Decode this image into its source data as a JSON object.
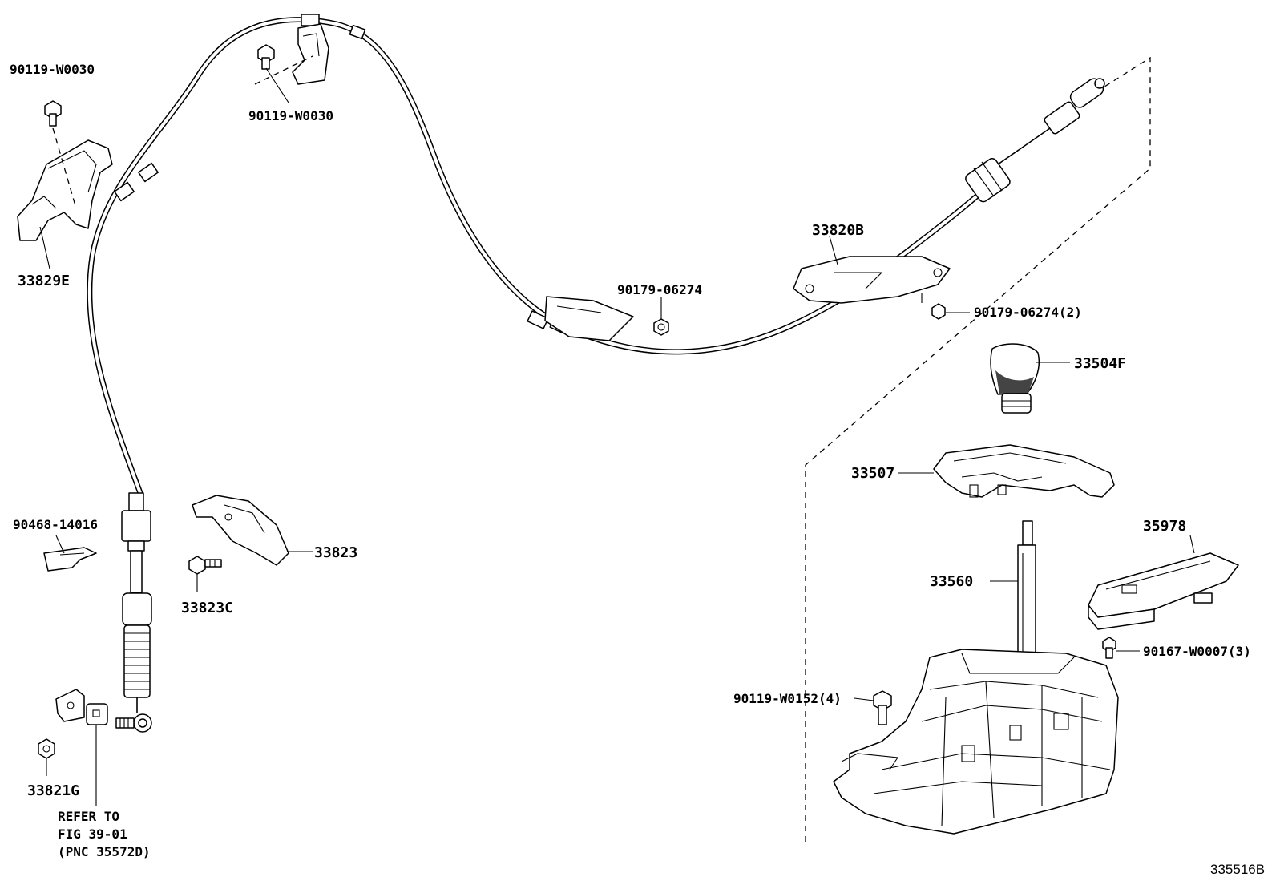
{
  "labels": {
    "bolt_90119_w0030_left": "90119-W0030",
    "bolt_90119_w0030_top": "90119-W0030",
    "bracket_33829e": "33829E",
    "bracket_33820b": "33820B",
    "nut_90179_06274": "90179-06274",
    "nut_90179_06274_2": "90179-06274(2)",
    "knob_33504f": "33504F",
    "housing_33507": "33507",
    "switch_35978": "35978",
    "lever_33560": "33560",
    "screw_90167_w0007_3": "90167-W0007(3)",
    "bolt_90119_w0152_4": "90119-W0152(4)",
    "clip_90468_14016": "90468-14016",
    "bracket_33823": "33823",
    "bolt_33823c": "33823C",
    "bushing_33821g": "33821G",
    "refer_line1": "REFER TO",
    "refer_line2": "FIG 39-01",
    "refer_line3": "(PNC 35572D)",
    "illustration_number": "335516B"
  }
}
